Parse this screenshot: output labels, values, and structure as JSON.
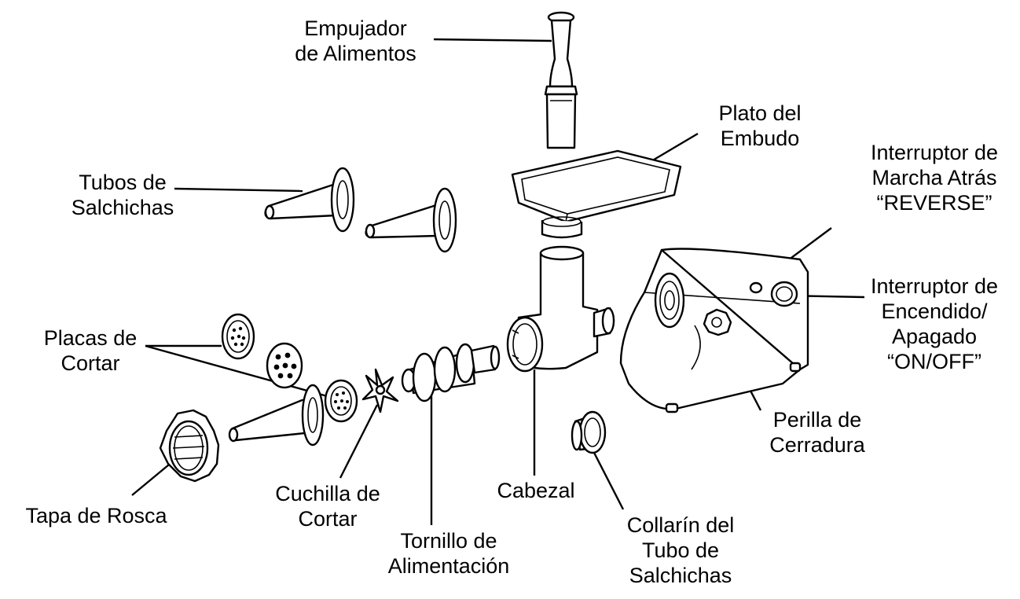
{
  "labels": {
    "empujador": [
      "Empujador",
      "de Alimentos"
    ],
    "plato": [
      "Plato del",
      "Embudo"
    ],
    "interruptor_reverse": [
      "Interruptor de",
      "Marcha Atrás",
      "“REVERSE”"
    ],
    "tubos": [
      "Tubos de",
      "Salchichas"
    ],
    "interruptor_onoff": [
      "Interruptor de",
      "Encendido/",
      "Apagado",
      "“ON/OFF”"
    ],
    "placas": [
      "Placas de",
      "Cortar"
    ],
    "perilla": [
      "Perilla de",
      "Cerradura"
    ],
    "tapa": [
      "Tapa de Rosca"
    ],
    "cuchilla": [
      "Cuchilla de",
      "Cortar"
    ],
    "cabezal": [
      "Cabezal"
    ],
    "tornillo": [
      "Tornillo de",
      "Alimentación"
    ],
    "collarin": [
      "Collarín del",
      "Tubo de",
      "Salchichas"
    ]
  }
}
